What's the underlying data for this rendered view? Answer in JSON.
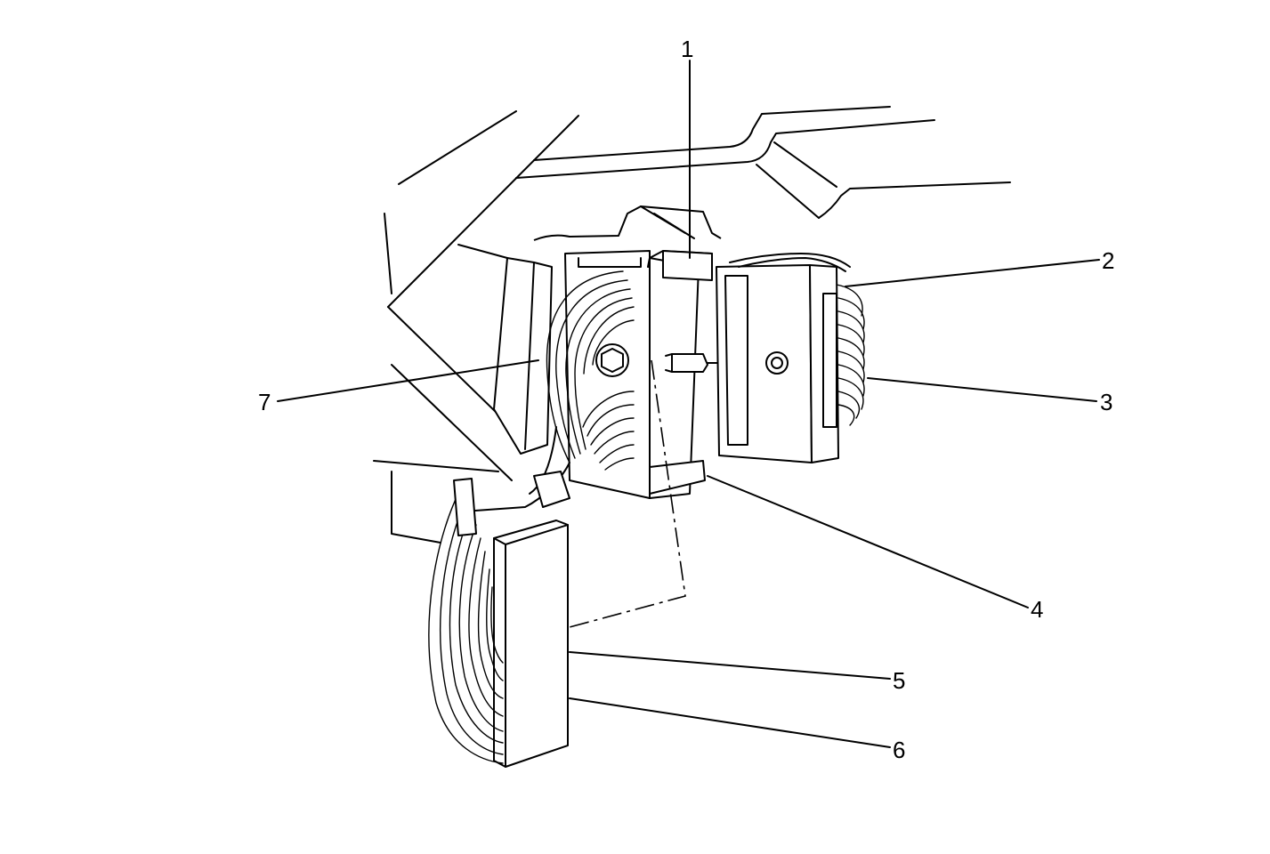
{
  "callouts": [
    {
      "id": "1",
      "label": "1"
    },
    {
      "id": "2",
      "label": "2"
    },
    {
      "id": "3",
      "label": "3"
    },
    {
      "id": "4",
      "label": "4"
    },
    {
      "id": "5",
      "label": "5"
    },
    {
      "id": "6",
      "label": "6"
    },
    {
      "id": "7",
      "label": "7"
    }
  ],
  "colors": {
    "line": "#000000",
    "background": "#ffffff"
  }
}
